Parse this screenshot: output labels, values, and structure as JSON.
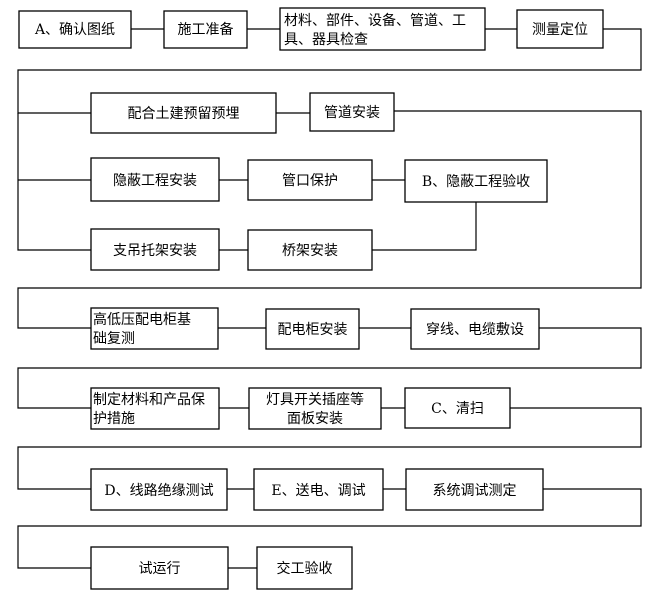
{
  "flowchart": {
    "steps": [
      {
        "id": "s1",
        "lines": [
          "A、确认图纸"
        ]
      },
      {
        "id": "s2",
        "lines": [
          "施工准备"
        ]
      },
      {
        "id": "s3",
        "lines": [
          "材料、部件、设备、管道、工",
          "具、器具检查"
        ]
      },
      {
        "id": "s4",
        "lines": [
          "测量定位"
        ]
      },
      {
        "id": "s5",
        "lines": [
          "配合土建预留预埋"
        ]
      },
      {
        "id": "s6",
        "lines": [
          "管道安装"
        ]
      },
      {
        "id": "s7",
        "lines": [
          "隐蔽工程安装"
        ]
      },
      {
        "id": "s8",
        "lines": [
          "管口保护"
        ]
      },
      {
        "id": "s9",
        "lines": [
          "B、隐蔽工程验收"
        ]
      },
      {
        "id": "s10",
        "lines": [
          "支吊托架安装"
        ]
      },
      {
        "id": "s11",
        "lines": [
          "桥架安装"
        ]
      },
      {
        "id": "s12",
        "lines": [
          "高低压配电柜基",
          "础复测"
        ]
      },
      {
        "id": "s13",
        "lines": [
          "配电柜安装"
        ]
      },
      {
        "id": "s14",
        "lines": [
          "穿线、电缆敷设"
        ]
      },
      {
        "id": "s15",
        "lines": [
          "制定材料和产品保",
          "护措施"
        ]
      },
      {
        "id": "s16",
        "lines": [
          "灯具开关插座等",
          "面板安装"
        ]
      },
      {
        "id": "s17",
        "lines": [
          "C、清扫"
        ]
      },
      {
        "id": "s18",
        "lines": [
          "D、线路绝缘测试"
        ]
      },
      {
        "id": "s19",
        "lines": [
          "E、送电、调试"
        ]
      },
      {
        "id": "s20",
        "lines": [
          "系统调试测定"
        ]
      },
      {
        "id": "s21",
        "lines": [
          "试运行"
        ]
      },
      {
        "id": "s22",
        "lines": [
          "交工验收"
        ]
      }
    ]
  }
}
